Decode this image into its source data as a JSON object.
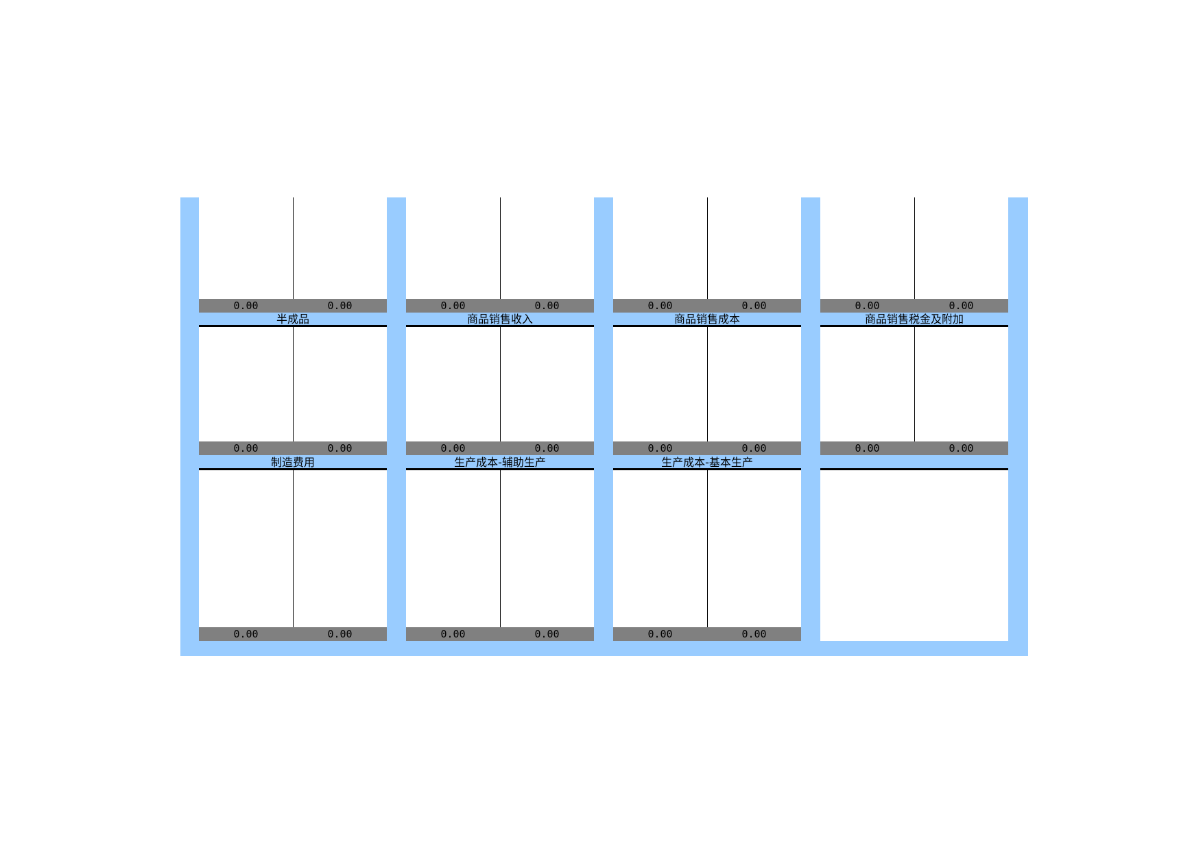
{
  "accounts": [
    {
      "title": "",
      "debit_total": "0.00",
      "credit_total": "0.00"
    },
    {
      "title": "",
      "debit_total": "0.00",
      "credit_total": "0.00"
    },
    {
      "title": "",
      "debit_total": "0.00",
      "credit_total": "0.00"
    },
    {
      "title": "",
      "debit_total": "0.00",
      "credit_total": "0.00"
    },
    {
      "title": "半成品",
      "debit_total": "0.00",
      "credit_total": "0.00"
    },
    {
      "title": "商品销售收入",
      "debit_total": "0.00",
      "credit_total": "0.00"
    },
    {
      "title": "商品销售成本",
      "debit_total": "0.00",
      "credit_total": "0.00"
    },
    {
      "title": "商品销售税金及附加",
      "debit_total": "0.00",
      "credit_total": "0.00"
    },
    {
      "title": "制造费用",
      "debit_total": "0.00",
      "credit_total": "0.00"
    },
    {
      "title": "生产成本-辅助生产",
      "debit_total": "0.00",
      "credit_total": "0.00"
    },
    {
      "title": "生产成本-基本生产",
      "debit_total": "0.00",
      "credit_total": "0.00"
    },
    {
      "title": "",
      "debit_total": "",
      "credit_total": "",
      "blank": true
    }
  ],
  "colors": {
    "band": "#99ccff",
    "total_bar": "#808080",
    "rule": "#000000"
  }
}
